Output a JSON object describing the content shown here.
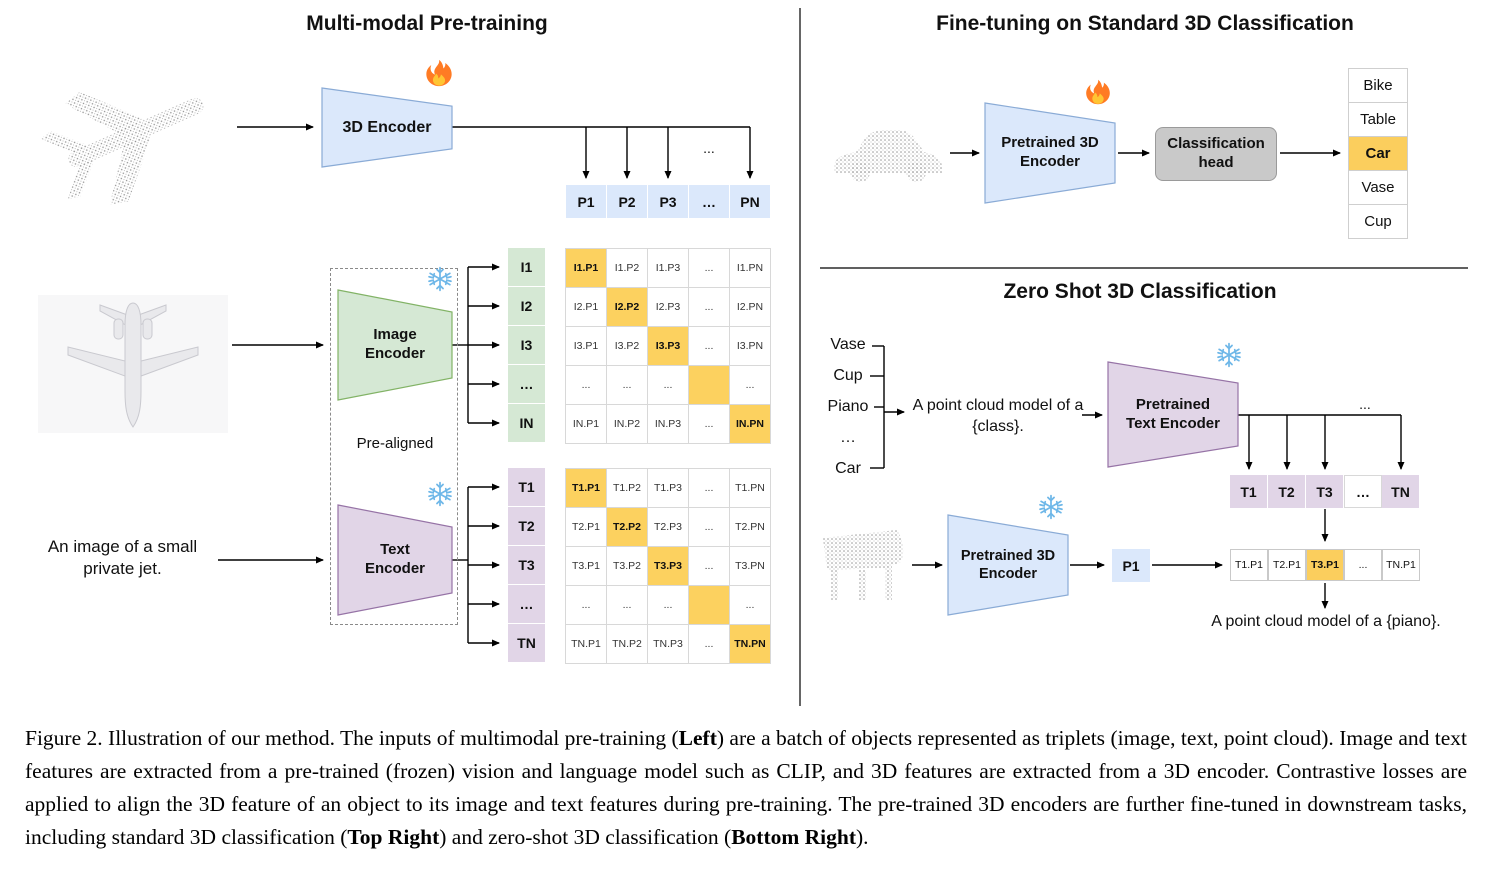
{
  "colors": {
    "encoder_blue": "#dbe8fb",
    "encoder_green": "#d5e8d4",
    "encoder_purple": "#e1d5e7",
    "highlight_orange": "#fbce5d",
    "head_gray": "#c9c9c9"
  },
  "left_panel": {
    "title": "Multi-modal Pre-training",
    "encoder_3d_label": "3D Encoder",
    "image_encoder_label": "Image Encoder",
    "text_encoder_label": "Text Encoder",
    "prealigned_label": "Pre-aligned",
    "input_text": "An image of a small private jet.",
    "branch_dots": "...",
    "p_row": [
      "P1",
      "P2",
      "P3",
      "…",
      "PN"
    ],
    "i_col": [
      "I1",
      "I2",
      "I3",
      "…",
      "IN"
    ],
    "t_col": [
      "T1",
      "T2",
      "T3",
      "…",
      "TN"
    ],
    "i_matrix": [
      [
        "I1.P1",
        "I1.P2",
        "I1.P3",
        "...",
        "I1.PN"
      ],
      [
        "I2.P1",
        "I2.P2",
        "I2.P3",
        "...",
        "I2.PN"
      ],
      [
        "I3.P1",
        "I3.P2",
        "I3.P3",
        "...",
        "I3.PN"
      ],
      [
        "...",
        "...",
        "...",
        "",
        "..."
      ],
      [
        "IN.P1",
        "IN.P2",
        "IN.P3",
        "...",
        "IN.PN"
      ]
    ],
    "t_matrix": [
      [
        "T1.P1",
        "T1.P2",
        "T1.P3",
        "...",
        "T1.PN"
      ],
      [
        "T2.P1",
        "T2.P2",
        "T2.P3",
        "...",
        "T2.PN"
      ],
      [
        "T3.P1",
        "T3.P2",
        "T3.P3",
        "...",
        "T3.PN"
      ],
      [
        "...",
        "...",
        "...",
        "",
        "..."
      ],
      [
        "TN.P1",
        "TN.P2",
        "TN.P3",
        "...",
        "TN.PN"
      ]
    ]
  },
  "finetune_panel": {
    "title": "Fine-tuning on Standard 3D Classification",
    "encoder_label": "Pretrained 3D Encoder",
    "head_label": "Classification head",
    "classes": [
      "Bike",
      "Table",
      "Car",
      "Vase",
      "Cup"
    ],
    "highlighted_class": "Car"
  },
  "zeroshot_panel": {
    "title": "Zero Shot 3D Classification",
    "class_list": [
      "Vase",
      "Cup",
      "Piano",
      "…",
      "Car"
    ],
    "prompt_text": "A point cloud model of a {class}.",
    "text_encoder_label": "Pretrained Text Encoder",
    "encoder_3d_label": "Pretrained 3D Encoder",
    "branch_dots": "...",
    "t_row": [
      "T1",
      "T2",
      "T3",
      "…",
      "TN"
    ],
    "p_cell": "P1",
    "result_row": [
      "T1.P1",
      "T2.P1",
      "T3.P1",
      "...",
      "TN.P1"
    ],
    "highlighted_result": "T3.P1",
    "output_text": "A point cloud model of a {piano}."
  },
  "caption": {
    "segments": [
      {
        "text": "Figure 2. Illustration of our method. The inputs of multimodal pre-training (",
        "bold": false
      },
      {
        "text": "Left",
        "bold": true
      },
      {
        "text": ") are a batch of objects represented as triplets (image, text, point cloud). Image and text features are extracted from a pre-trained (frozen) vision and language model such as CLIP, and 3D features are extracted from a 3D encoder. Contrastive losses are applied to align the 3D feature of an object to its image and text features during pre-training. The pre-trained 3D encoders are further fine-tuned in downstream tasks, including standard 3D classification (",
        "bold": false
      },
      {
        "text": "Top Right",
        "bold": true
      },
      {
        "text": ") and zero-shot 3D classification (",
        "bold": false
      },
      {
        "text": "Bottom Right",
        "bold": true
      },
      {
        "text": ").",
        "bold": false
      }
    ]
  }
}
